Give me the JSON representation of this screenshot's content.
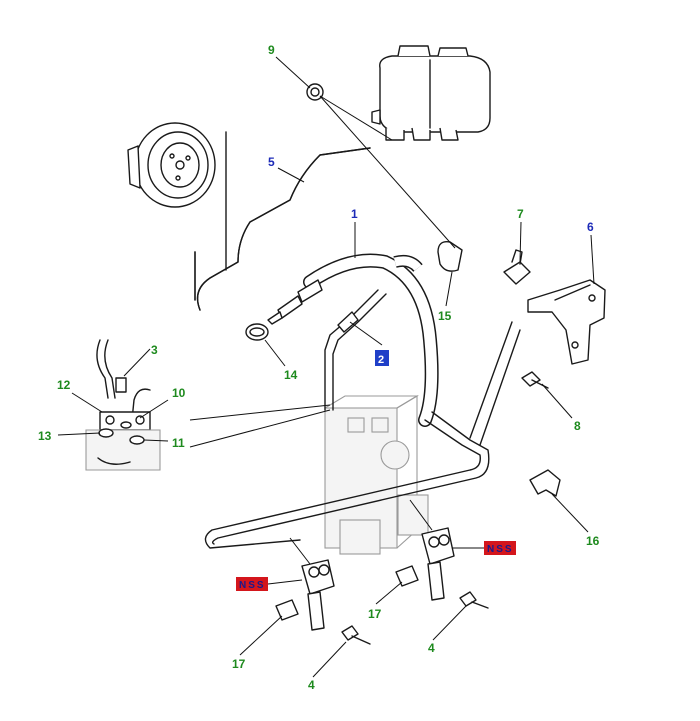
{
  "callouts": [
    {
      "id": "c1",
      "label": "1",
      "color": "#1d2bb8"
    },
    {
      "id": "c2",
      "label": "2",
      "color": "#1d2bb8",
      "boxed": true
    },
    {
      "id": "c3",
      "label": "3",
      "color": "#1e8a1e"
    },
    {
      "id": "c4a",
      "label": "4",
      "color": "#1e8a1e"
    },
    {
      "id": "c4b",
      "label": "4",
      "color": "#1e8a1e"
    },
    {
      "id": "c5",
      "label": "5",
      "color": "#1d2bb8"
    },
    {
      "id": "c6",
      "label": "6",
      "color": "#1d2bb8"
    },
    {
      "id": "c7",
      "label": "7",
      "color": "#1e8a1e"
    },
    {
      "id": "c8",
      "label": "8",
      "color": "#1e8a1e"
    },
    {
      "id": "c9",
      "label": "9",
      "color": "#1e8a1e"
    },
    {
      "id": "c10",
      "label": "10",
      "color": "#1e8a1e"
    },
    {
      "id": "c11",
      "label": "11",
      "color": "#1e8a1e"
    },
    {
      "id": "c12",
      "label": "12",
      "color": "#1e8a1e"
    },
    {
      "id": "c13",
      "label": "13",
      "color": "#1e8a1e"
    },
    {
      "id": "c14",
      "label": "14",
      "color": "#1e8a1e"
    },
    {
      "id": "c15",
      "label": "15",
      "color": "#1e8a1e"
    },
    {
      "id": "c16",
      "label": "16",
      "color": "#1e8a1e"
    },
    {
      "id": "c17a",
      "label": "17",
      "color": "#1e8a1e"
    },
    {
      "id": "c17b",
      "label": "17",
      "color": "#1e8a1e"
    }
  ],
  "nss": {
    "label": "NSS",
    "box_color": "#d4161c",
    "text_color": "#1a1a8c"
  }
}
